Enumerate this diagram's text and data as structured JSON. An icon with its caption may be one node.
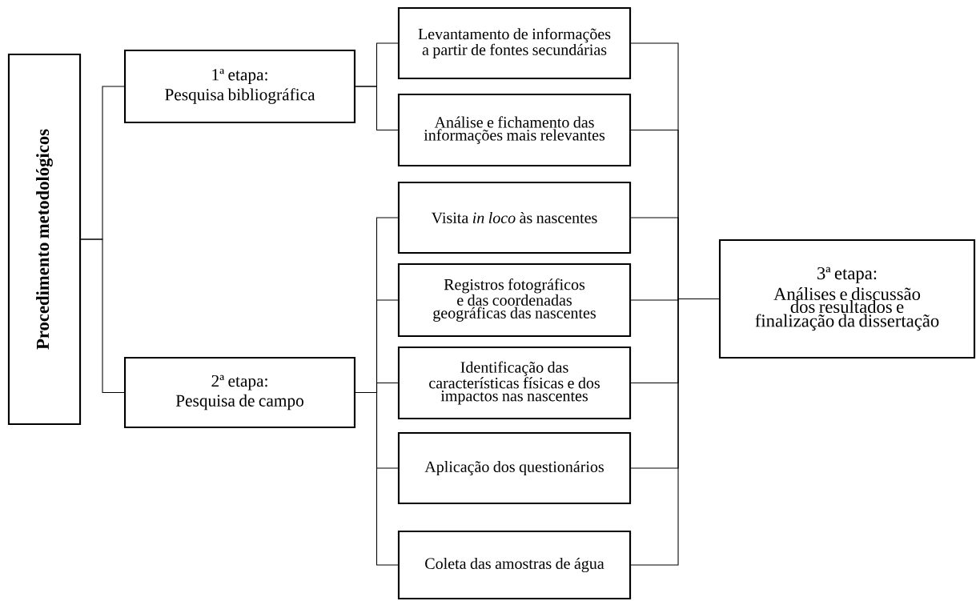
{
  "diagram": {
    "nodes": [
      {
        "text": [
          "Procedimento metodológicos"
        ]
      },
      {
        "text": [
          "1ª etapa:",
          "Pesquisa bibliográfica"
        ]
      },
      {
        "text": [
          "Levantamento de informações a partir de fontes secundárias"
        ]
      },
      {
        "text": [
          "Análise e fichamento das informações mais relevantes"
        ]
      },
      {
        "text": [
          "2ª etapa:",
          "Pesquisa de campo"
        ]
      },
      {
        "text": [
          "Visita *in loco* às nascentes"
        ]
      },
      {
        "text": [
          "Registros fotográficos e das coordenadas geográficas das nascentes"
        ]
      },
      {
        "text": [
          "Identificação das características físicas e dos impactos nas nascentes"
        ]
      },
      {
        "text": [
          "Aplicação dos questionários"
        ]
      },
      {
        "text": [
          "Coleta das amostras de água"
        ]
      },
      {
        "text": [
          "3ª etapa:",
          "Análises e discussão dos resultados e finalização da dissertação"
        ]
      }
    ],
    "edges": [
      {
        "from": 0,
        "to": 1,
        "arrow": "none"
      },
      {
        "from": 0,
        "to": 4,
        "arrow": "none"
      },
      {
        "from": 1,
        "to": 2,
        "arrow": "none"
      },
      {
        "from": 1,
        "to": 3,
        "arrow": "none"
      },
      {
        "from": 4,
        "to": 5,
        "arrow": "none"
      },
      {
        "from": 4,
        "to": 6,
        "arrow": "none"
      },
      {
        "from": 4,
        "to": 7,
        "arrow": "none"
      },
      {
        "from": 4,
        "to": 8,
        "arrow": "none"
      },
      {
        "from": 4,
        "to": 9,
        "arrow": "none"
      },
      {
        "from": 2,
        "to": 10,
        "arrow": "none"
      },
      {
        "from": 3,
        "to": 10,
        "arrow": "none"
      },
      {
        "from": 5,
        "to": 10,
        "arrow": "none"
      },
      {
        "from": 6,
        "to": 10,
        "arrow": "none"
      },
      {
        "from": 7,
        "to": 10,
        "arrow": "none"
      },
      {
        "from": 8,
        "to": 10,
        "arrow": "none"
      },
      {
        "from": 9,
        "to": 10,
        "arrow": "none"
      }
    ]
  }
}
